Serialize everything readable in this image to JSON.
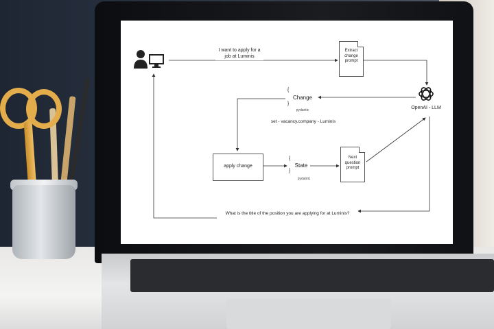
{
  "diagram": {
    "user_label": "I want to apply for a job at Luminis",
    "extract_doc": "Extract change prompt",
    "llm_label": "OpenAI - LLM",
    "change_brace_open": "{",
    "change_label": "Change",
    "change_brace_close": "}",
    "change_sub": "pydantic",
    "set_text": "set - vacancy.company - Luminis",
    "apply_box": "apply change",
    "state_brace_open": "{",
    "state_label": "State",
    "state_brace_close": "}",
    "state_sub": "pydantic",
    "next_doc": "Next question prompt",
    "question_text": "What is the title of the position you are applying for at Luminis?"
  }
}
